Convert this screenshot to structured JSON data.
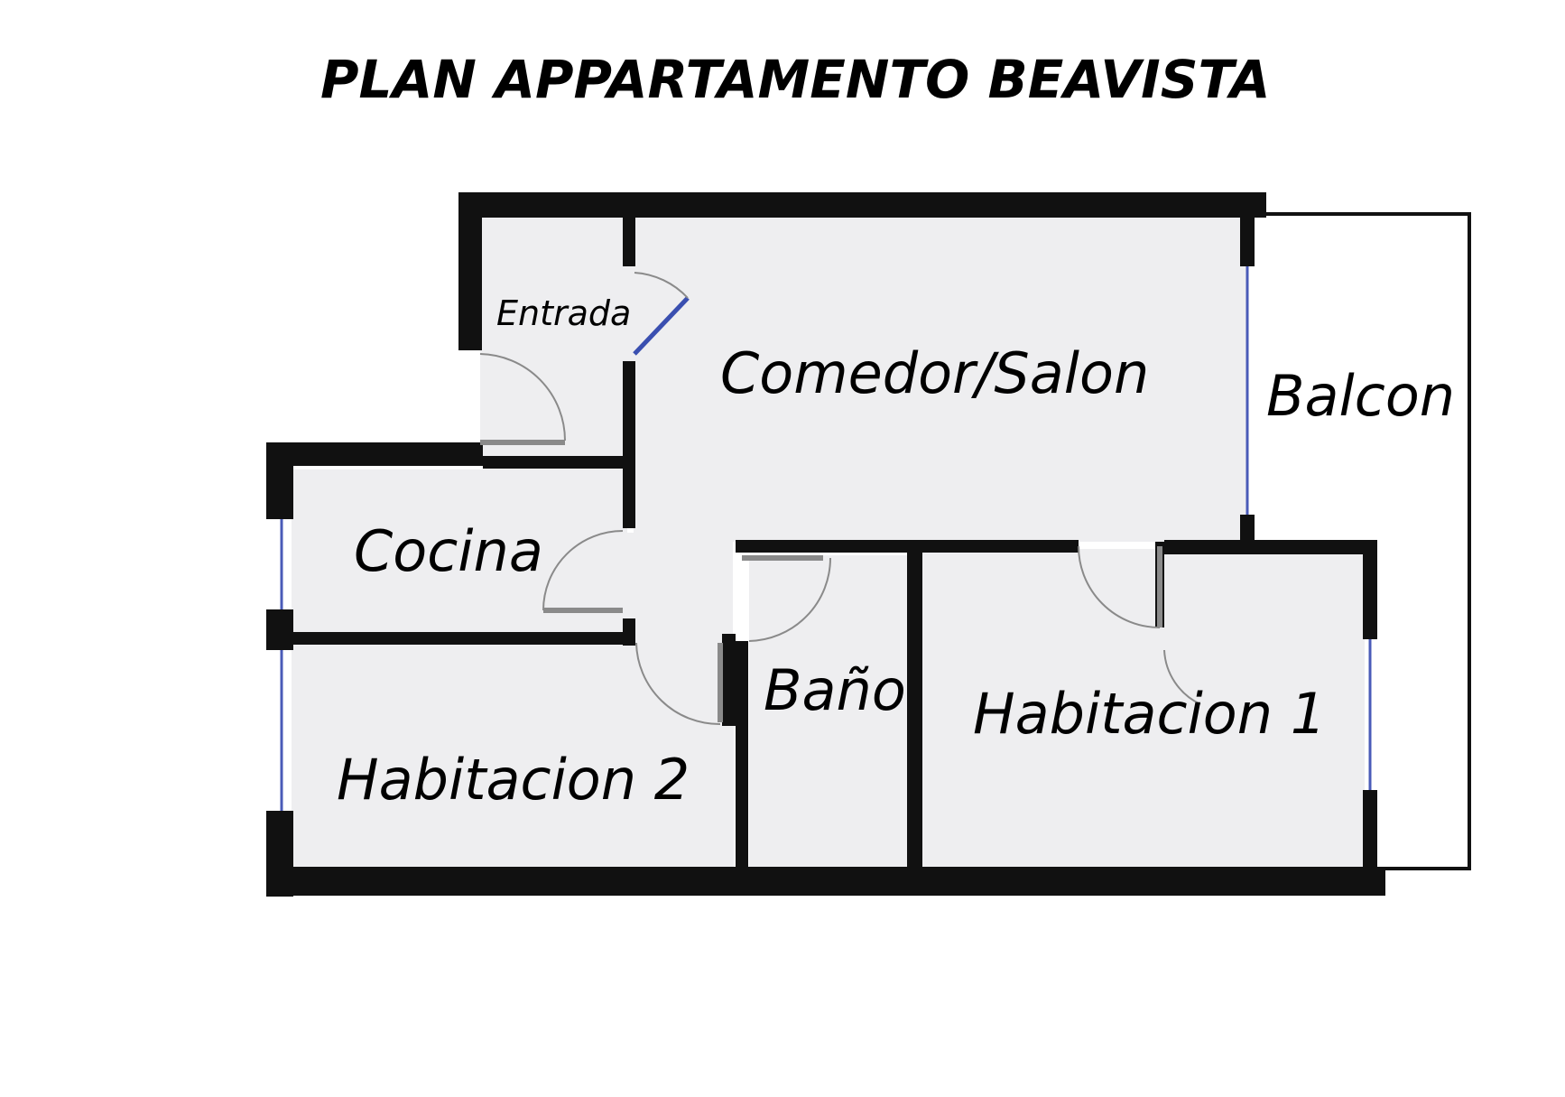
{
  "title": "PLAN APPARTAMENTO BEAVISTA",
  "rooms": {
    "entrada": "Entrada",
    "comedor_salon": "Comedor/Salon",
    "balcon": "Balcon",
    "cocina": "Cocina",
    "bano": "Baño",
    "habitacion_1": "Habitacion 1",
    "habitacion_2": "Habitacion 2"
  },
  "colors": {
    "wall": "#111111",
    "floor": "#eeeef0",
    "window": "#4a5bb8",
    "door": "#8a8a8a"
  }
}
